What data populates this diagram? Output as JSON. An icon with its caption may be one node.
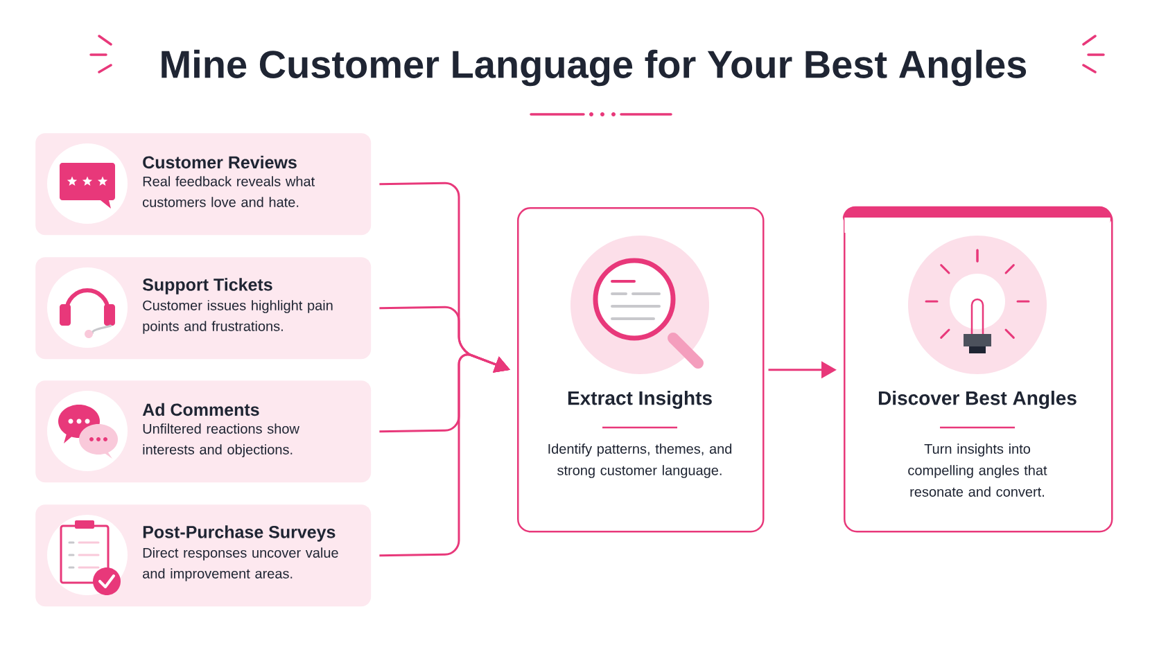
{
  "diagram": {
    "title": "Mine Customer Language for Your Best Angles",
    "nodes": [
      {
        "text": [
          "Customer Reviews",
          "Real feedback reveals what customers love and hate."
        ]
      },
      {
        "text": [
          "Support Tickets",
          "Customer issues highlight pain points and frustrations."
        ]
      },
      {
        "text": [
          "Ad Comments",
          "Unfiltered reactions show interests and objections."
        ]
      },
      {
        "text": [
          "Post-Purchase Surveys",
          "Direct responses uncover value and improvement areas."
        ]
      },
      {
        "text": [
          "Extract Insights",
          "Identify patterns, themes, and strong customer language."
        ]
      },
      {
        "text": [
          "Discover Best Angles",
          "Turn insights into compelling angles that resonate and convert."
        ]
      }
    ],
    "edges": [
      {
        "from": 0,
        "to": 4,
        "arrow": "to"
      },
      {
        "from": 1,
        "to": 4,
        "arrow": "to"
      },
      {
        "from": 2,
        "to": 4,
        "arrow": "to"
      },
      {
        "from": 3,
        "to": 4,
        "arrow": "to"
      },
      {
        "from": 4,
        "to": 5,
        "arrow": "to"
      }
    ]
  }
}
